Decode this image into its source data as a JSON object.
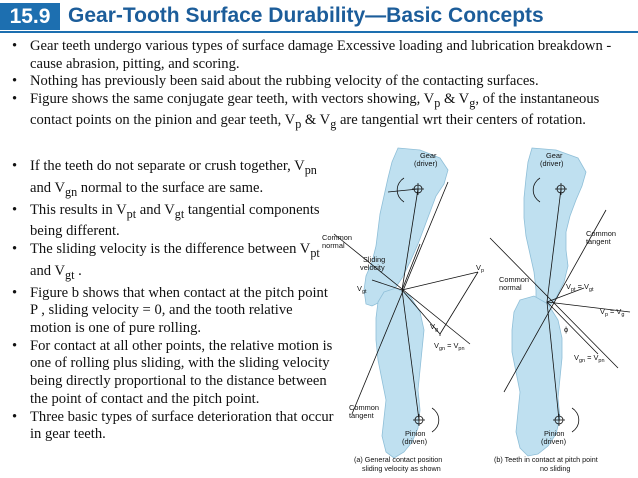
{
  "header": {
    "section": "15.9",
    "title": "Gear-Tooth Surface Durability—Basic Concepts"
  },
  "bullets_top": [
    "Gear teeth undergo various types of surface damage Excessive loading and lubrication breakdown  - cause abrasion, pitting, and scoring.",
    "Nothing has previously been said about the rubbing velocity of the contacting surfaces."
  ],
  "bullet_vectors": {
    "a": "Figure shows the same conjugate gear teeth, with vectors showing, V",
    "p": "p",
    "amp": " & V",
    "g": "g",
    "b": ", of the instantaneous contact points on the pinion and gear teeth, V",
    "c": " are tangential wrt their centers of rotation."
  },
  "bullet_normal": {
    "a": "If the teeth do not separate or crush together, V",
    "pn": "pn",
    "and": " and V",
    "gn": "gn",
    "b": " normal to the surface are same."
  },
  "bullet_tangential": {
    "a": "This results in V",
    "pt": "pt",
    "and": " and V",
    "gt": "gt",
    "b": " tangential components being different."
  },
  "bullet_sliding": {
    "a": "The sliding velocity is the difference between V",
    "pt": "pt",
    "and": " and V",
    "gt": "gt",
    "b": " ."
  },
  "bullets_rest": [
    "Figure b shows that when contact at the pitch point P , sliding velocity = 0, and the tooth relative motion is one of pure rolling.",
    "For contact at all other points, the relative motion is one of rolling plus sliding, with the sliding velocity being directly proportional to the distance between the point of contact and the pitch point.",
    "Three basic types of surface deterioration that occur in gear teeth."
  ],
  "figure": {
    "gear_label_1": "Gear",
    "gear_label_2": "(driver)",
    "pinion_label_1": "Pinion",
    "pinion_label_2": "(driven)",
    "common_normal_1": "Common",
    "common_normal_2": "normal",
    "common_tangent_1": "Common",
    "common_tangent_2": "tangent",
    "sliding_1": "Sliding",
    "sliding_2": "velocity",
    "vp": "V",
    "vp_sub": "p",
    "vg": "V",
    "vg_sub": "g",
    "vgt": "V",
    "vgt_sub": "gt",
    "vgn_eq": "V",
    "vgn_sub": "gn",
    "eq": " = V",
    "vpn_sub": "pn",
    "vgt_eq_a": "V",
    "vgt_eq_sub1": "pt",
    "vgt_eq_b": " = V",
    "vgt_eq_sub2": "gt",
    "vp_eq_a": "V",
    "vp_eq_sub1": "p",
    "vp_eq_b": " = V",
    "vp_eq_sub2": "g",
    "phi": "ϕ",
    "caption_a_1": "(a) General contact position",
    "caption_a_2": "sliding velocity as shown",
    "caption_b_1": "(b) Teeth in contact at pitch point",
    "caption_b_2": "no sliding"
  },
  "colors": {
    "accent": "#1d6fb0",
    "tooth_fill": "#bfe0f0"
  }
}
